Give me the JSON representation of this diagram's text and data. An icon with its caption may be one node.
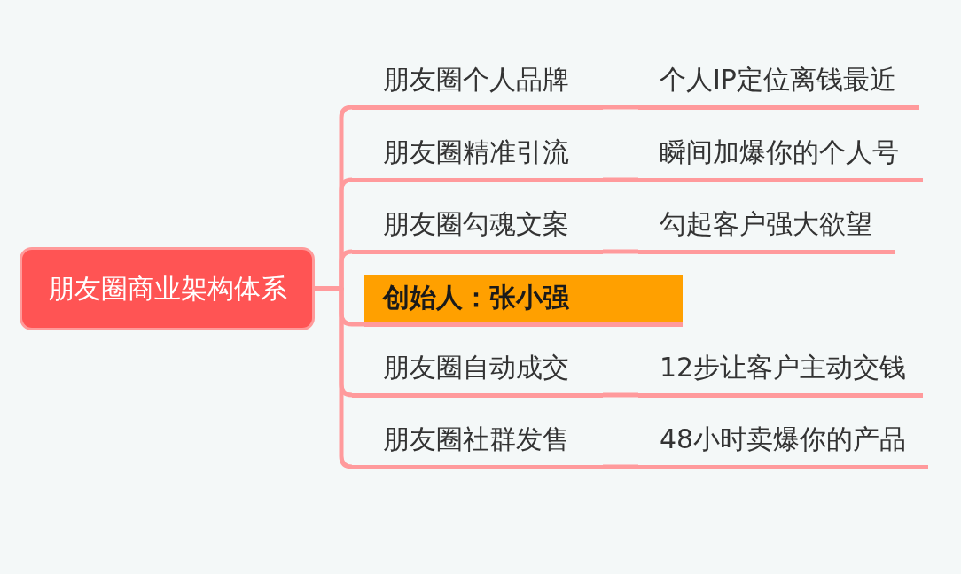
{
  "diagram": {
    "nodes": [
      {
        "text": [
          "朋友圈商业架构体系"
        ]
      },
      {
        "text": [
          "朋友圈个人品牌"
        ]
      },
      {
        "text": [
          "个人IP定位离钱最近"
        ]
      },
      {
        "text": [
          "朋友圈精准引流"
        ]
      },
      {
        "text": [
          "瞬间加爆你的个人号"
        ]
      },
      {
        "text": [
          "朋友圈勾魂文案"
        ]
      },
      {
        "text": [
          "勾起客户强大欲望"
        ]
      },
      {
        "text": [
          "创始人：张小强"
        ]
      },
      {
        "text": [
          "朋友圈自动成交"
        ]
      },
      {
        "text": [
          "12步让客户主动交钱"
        ]
      },
      {
        "text": [
          "朋友圈社群发售"
        ]
      },
      {
        "text": [
          "48小时卖爆你的产品"
        ]
      }
    ],
    "edges": [
      {
        "from": 0,
        "to": 1,
        "arrow": "none"
      },
      {
        "from": 0,
        "to": 3,
        "arrow": "none"
      },
      {
        "from": 0,
        "to": 5,
        "arrow": "none"
      },
      {
        "from": 0,
        "to": 7,
        "arrow": "none"
      },
      {
        "from": 0,
        "to": 8,
        "arrow": "none"
      },
      {
        "from": 0,
        "to": 10,
        "arrow": "none"
      },
      {
        "from": 1,
        "to": 2,
        "arrow": "none"
      },
      {
        "from": 3,
        "to": 4,
        "arrow": "none"
      },
      {
        "from": 5,
        "to": 6,
        "arrow": "none"
      },
      {
        "from": 8,
        "to": 9,
        "arrow": "none"
      },
      {
        "from": 10,
        "to": 11,
        "arrow": "none"
      }
    ]
  }
}
